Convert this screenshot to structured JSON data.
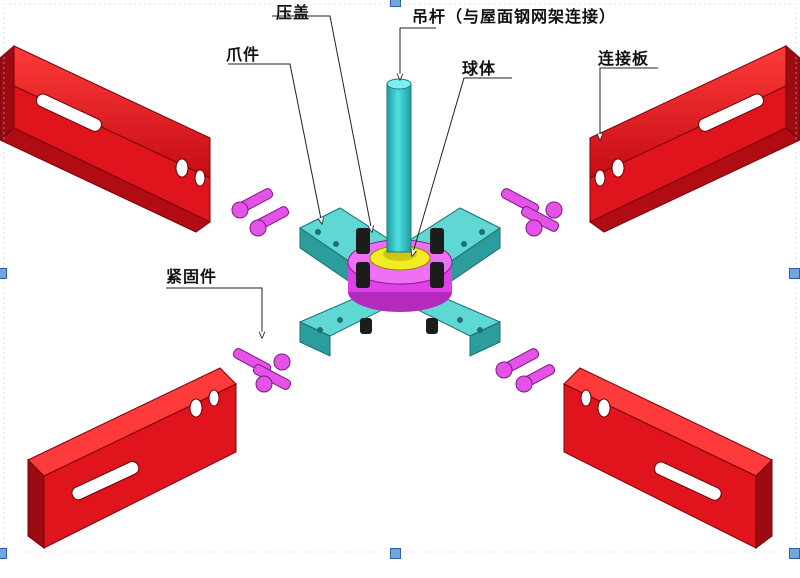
{
  "labels": {
    "pressing_cover": "压盖",
    "hanger_rod": "吊杆（与屋面钢网架连接）",
    "claw_piece": "爪件",
    "ball_body": "球体",
    "connecting_plate": "连接板",
    "fastener": "紧固件"
  },
  "colors": {
    "channel": "#d8101a",
    "channel_dark": "#8e0a10",
    "arm": "#5fd8d4",
    "arm_dark": "#2b9d9c",
    "rod": "#35c6c9",
    "hub": "#e040e8",
    "ball": "#f4ec22",
    "bolt": "#e552e8",
    "leader": "#222222",
    "selection_handle": "#6fa8dc"
  }
}
